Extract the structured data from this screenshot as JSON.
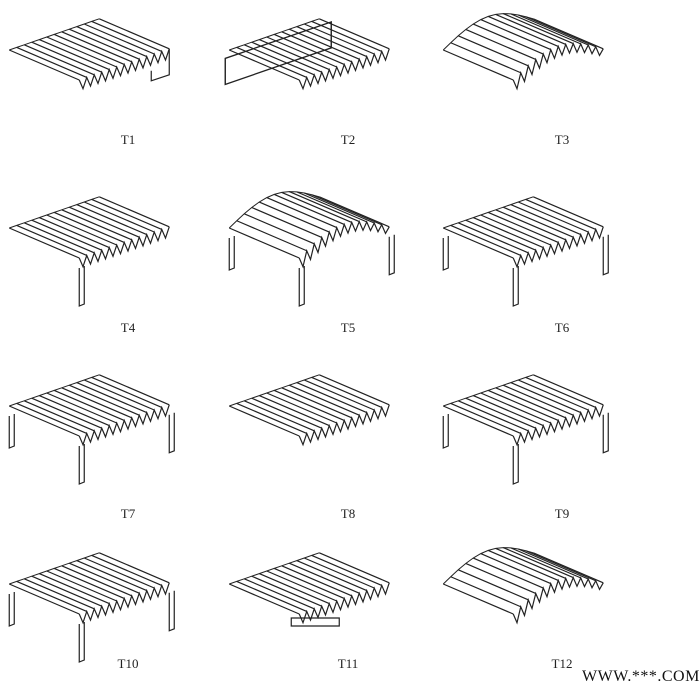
{
  "diagram": {
    "items": [
      {
        "label": "T1",
        "variant": "step-right-end"
      },
      {
        "label": "T2",
        "variant": "box-frame"
      },
      {
        "label": "T3",
        "variant": "arched-roof"
      },
      {
        "label": "T4",
        "variant": "drop-left"
      },
      {
        "label": "T5",
        "variant": "gable-with-legs"
      },
      {
        "label": "T6",
        "variant": "notched-legs"
      },
      {
        "label": "T7",
        "variant": "c-channel-left"
      },
      {
        "label": "T8",
        "variant": "flat-plate"
      },
      {
        "label": "T9",
        "variant": "drop-both"
      },
      {
        "label": "T10",
        "variant": "full-legs"
      },
      {
        "label": "T11",
        "variant": "flat-with-mount"
      },
      {
        "label": "T12",
        "variant": "gable-roof"
      }
    ]
  },
  "watermark": "WWW.***.COM"
}
